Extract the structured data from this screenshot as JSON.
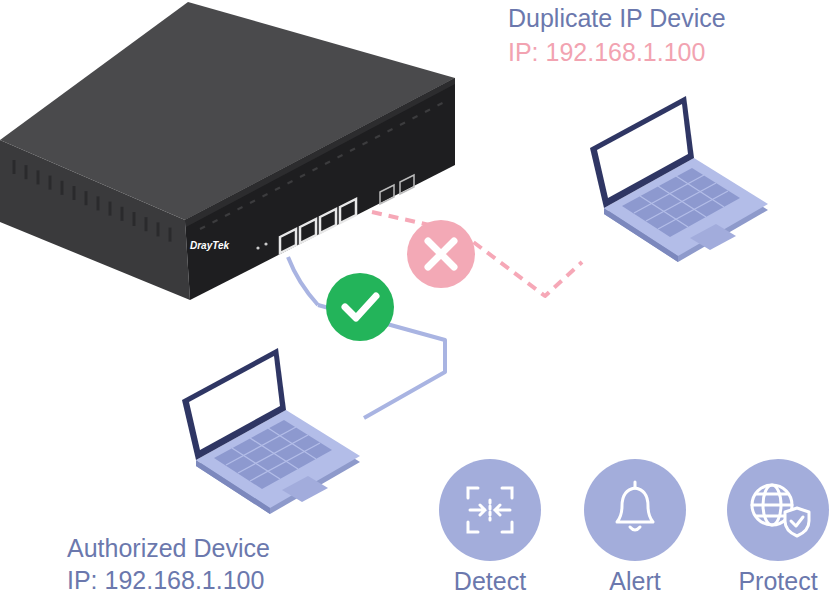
{
  "diagram": {
    "nodes": [
      {
        "text": [
          "DrayTek"
        ]
      },
      {
        "text": [
          "Duplicate IP Device",
          "IP: 192.168.1.100"
        ]
      },
      {
        "text": [
          "Authorized Device",
          "IP: 192.168.1.100"
        ]
      }
    ],
    "edges": [
      {
        "from": 0,
        "to": 1,
        "arrow": "none"
      },
      {
        "from": 0,
        "to": 2,
        "arrow": "none"
      }
    ],
    "labels": [
      "Detect",
      "Alert",
      "Protect"
    ]
  }
}
